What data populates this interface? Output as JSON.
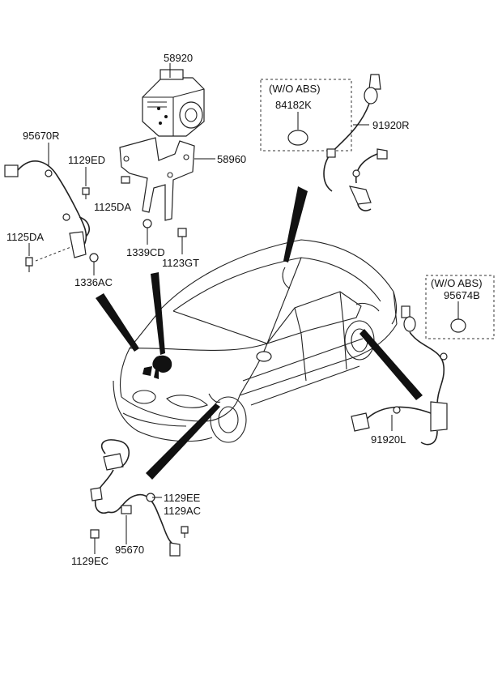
{
  "labels": {
    "p58920": "58920",
    "p58960": "58960",
    "p1129ED": "1129ED",
    "p1125DA_top": "1125DA",
    "p1339CD": "1339CD",
    "p1123GT": "1123GT",
    "p95670R": "95670R",
    "p1125DA_left": "1125DA",
    "p1336AC": "1336AC",
    "wo_abs_1": "(W/O ABS)",
    "p84182K": "84182K",
    "p91920R": "91920R",
    "wo_abs_2": "(W/O ABS)",
    "p95674B": "95674B",
    "p91920L": "91920L",
    "p1129EE": "1129EE",
    "p1129AC": "1129AC",
    "p95670": "95670",
    "p1129EC": "1129EC"
  },
  "colors": {
    "ink": "#111111",
    "background": "#ffffff"
  }
}
